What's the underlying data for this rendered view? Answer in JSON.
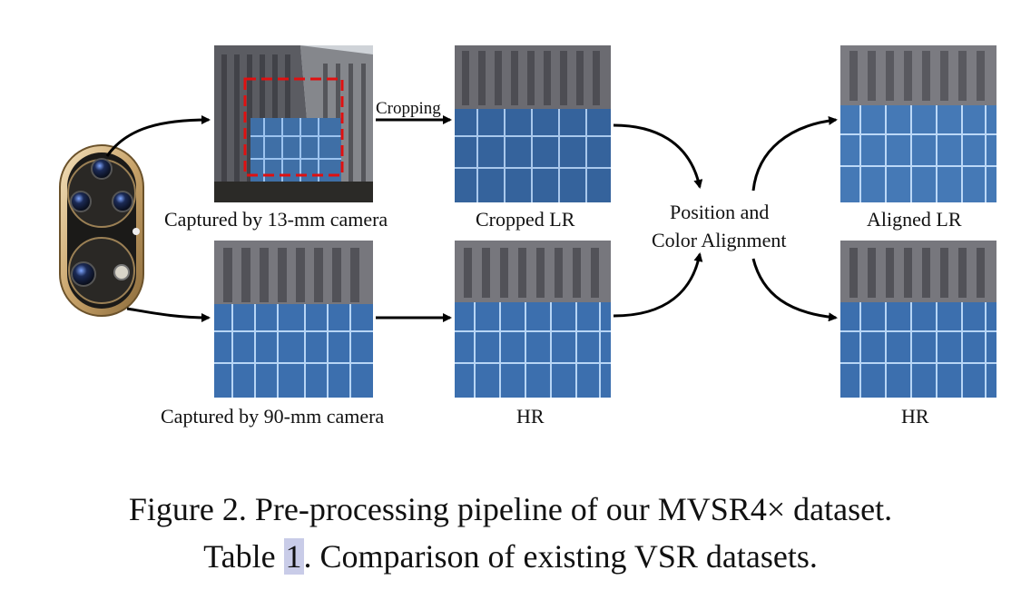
{
  "labels": {
    "wide_camera": "Captured by 13-mm camera",
    "tele_camera": "Captured by 90-mm camera",
    "cropping": "Cropping",
    "cropped_lr": "Cropped LR",
    "hr_middle": "HR",
    "alignment_line1": "Position and",
    "alignment_line2": "Color Alignment",
    "aligned_lr": "Aligned LR",
    "hr_right": "HR"
  },
  "caption": {
    "figure_text": "Figure 2. Pre-processing pipeline of our MVSR4× dataset.",
    "table_prefix": "Table ",
    "table_ref": "1",
    "table_suffix": ". Comparison of existing VSR datasets."
  },
  "colors": {
    "crop_box": "#e01010",
    "arrow": "#000000",
    "text": "#111111",
    "table_ref_highlight": "#c9cce8"
  },
  "icons": {
    "camera_module": "phone-camera-module-icon"
  }
}
